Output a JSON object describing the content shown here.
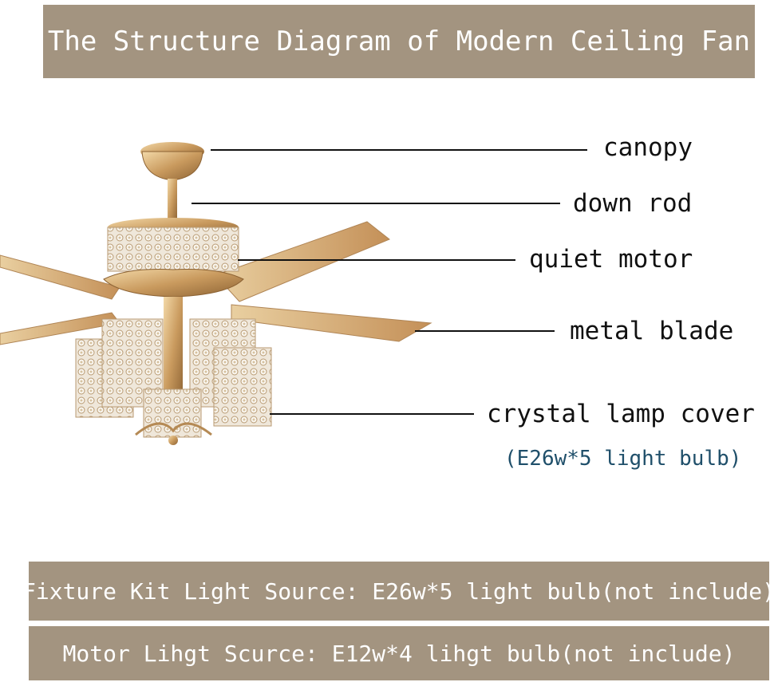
{
  "title": "The Structure Diagram of Modern Ceiling Fan",
  "labels": {
    "canopy": "canopy",
    "down_rod": "down rod",
    "quiet_motor": "quiet motor",
    "metal_blade": "metal blade",
    "crystal_lamp_cover": "crystal lamp cover",
    "lamp_bulb_note": "(E26w*5 light bulb)"
  },
  "specs": {
    "fixture_kit": "Fixture Kit Light Source: E26w*5 light bulb(not include)",
    "motor": "Motor Lihgt Scurce: E12w*4 lihgt bulb(not include)"
  },
  "colors": {
    "banner": "#a39480",
    "gold": "#c9a46a",
    "blade": "#d8b37c",
    "crystal": "#e6dccb"
  }
}
